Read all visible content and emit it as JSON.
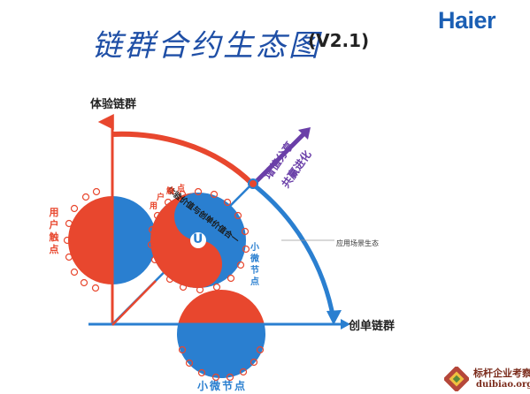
{
  "title": "链群合约生态图",
  "version": "(V2.1)",
  "logo": "Haier",
  "axes": {
    "y_label": "体验链群",
    "x_label": "创单链群"
  },
  "labels": {
    "value_equation": "体验价值与创单价值合一",
    "scene_ecology": "应用场景生态",
    "user_touch_left": [
      "用",
      "户",
      "触",
      "点"
    ],
    "user_touch_right": [
      "用",
      "户",
      "触",
      "点"
    ],
    "micro_nodes_right": [
      "小",
      "微",
      "节",
      "点"
    ],
    "micro_nodes_bottom": "小微节点",
    "value_added_share": "增值分享",
    "win_win_evolution": "共赢进化",
    "hub_symbol": "U",
    "left_edge_mark": "\\"
  },
  "watermark": {
    "name": "标杆企业考察",
    "url": "duibiao.org"
  },
  "colors": {
    "red": "#e8472e",
    "blue": "#2a7fd0",
    "purple": "#6a3fa8",
    "title_blue": "#1f4fa6"
  }
}
